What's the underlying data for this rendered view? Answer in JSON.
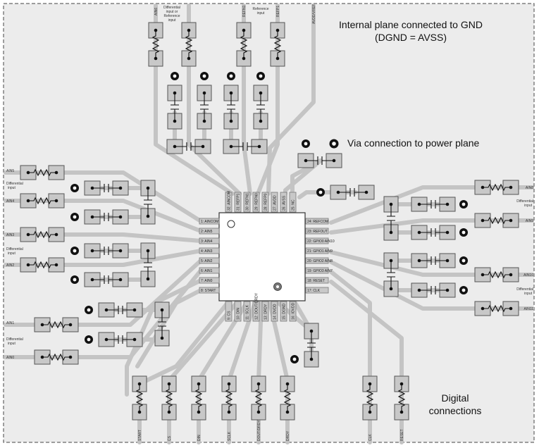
{
  "notes": {
    "ground_line1": "Internal plane connected to GND",
    "ground_line2": "(DGND = AVSS)",
    "via": "Via connection to power plane",
    "digital_line1": "Digital",
    "digital_line2": "connections"
  },
  "left_pins": [
    "1: AINCOM",
    "2: AIN5",
    "3: AIN4",
    "4: AIN3",
    "5: AIN2",
    "6: AIN1",
    "7: AIN0",
    "8: START"
  ],
  "right_pins": [
    "24: REFCOM",
    "23: REFOUT",
    "22: GPIO0 AIN10",
    "21: GPIO1 AIN9",
    "20: GPIO2 AIN8",
    "19: GPIO3 AIN7",
    "18: RESET",
    "17: CLK"
  ],
  "top_pins": [
    "AINCOM",
    "REFP1",
    "REFN1",
    "REFN0",
    "REFP0",
    "AVDD",
    "AVSS",
    "NC"
  ],
  "bottom_pins": [
    "CS",
    "DIN",
    "SCLK",
    "DOUT/DRDY",
    "DRDY",
    "DVDD",
    "DGND",
    "IOVDD"
  ],
  "top_labels": {
    "ain": "AIN6",
    "diff_ref": "Differential input or Reference input",
    "refn1": "REFN1",
    "ref_input": "Reference input",
    "refp1": "REFP1",
    "avdd": "AVDD/VREF"
  },
  "left_labels": {
    "ain5": "AIN5",
    "diff1": "Differential input",
    "ain4": "AIN4",
    "ain3": "AIN3",
    "diff2": "Differential input",
    "ain2": "AIN2",
    "ain1": "AIN1",
    "diff3": "Differential input",
    "ain0": "AIN0"
  },
  "right_labels": {
    "ain8": "AIN8",
    "diff1": "Differential input",
    "ain9": "AIN9",
    "ain10": "AIN10",
    "diff2": "Differential input",
    "ain11": "AIN11"
  },
  "bottom_labels": [
    "START",
    "CS",
    "DIN",
    "SCLK",
    "DOUT/DRDY",
    "DRDY",
    "CLK",
    "RESET"
  ]
}
